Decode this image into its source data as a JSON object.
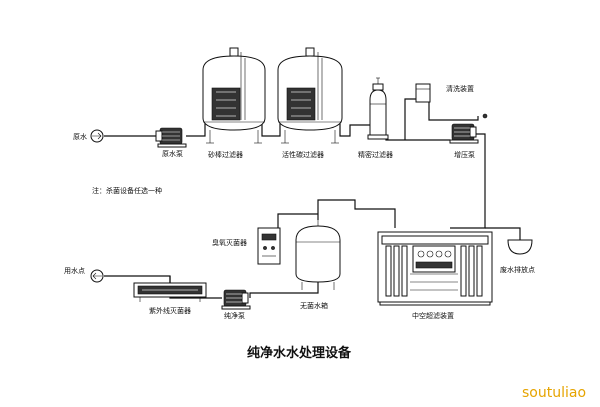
{
  "labels": {
    "raw_water": "原水",
    "raw_water_pump": "原水泵",
    "sand_filter": "砂棒过滤器",
    "carbon_filter": "活性碳过滤器",
    "precision_filter": "精密过滤器",
    "cleaning_device": "清洗装置",
    "booster_pump": "增压泵",
    "note": "注：杀菌设备任选一种",
    "ozone_sterilizer": "臭氧灭菌器",
    "sterile_tank": "无菌水箱",
    "uf_device": "中空超滤装置",
    "waste_drain": "废水排放点",
    "use_point": "用水点",
    "uv_sterilizer": "紫外线灭菌器",
    "pure_pump": "纯净泵"
  },
  "title": "纯净水水处理设备",
  "watermark": "soutuliao"
}
